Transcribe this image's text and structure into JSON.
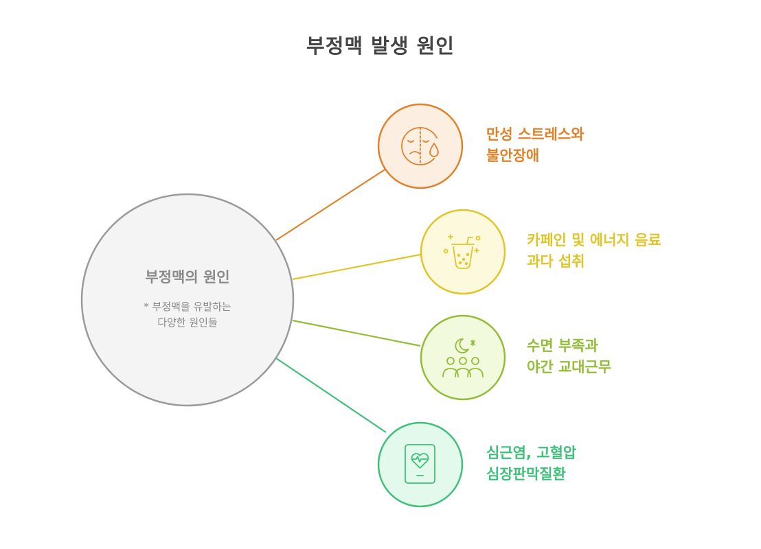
{
  "title": "부정맥 발생 원인",
  "center": {
    "title": "부정맥의 원인",
    "subtitle": "* 부정맥을 유발하는\n다양한 원인들"
  },
  "causes": [
    {
      "label": "만성 스트레스와\n불안장애",
      "icon": "sad-face-icon",
      "color": "#e0822a",
      "fill": "#fdeee2"
    },
    {
      "label": "카페인 및 에너지 음료\n과다 섭취",
      "icon": "energy-drink-icon",
      "color": "#e0c52a",
      "fill": "#fdf9dc"
    },
    {
      "label": "수면 부족과\n야간 교대근무",
      "icon": "night-shift-icon",
      "color": "#93bd36",
      "fill": "#f1fadc"
    },
    {
      "label": "심근염, 고혈압\n심장판막질환",
      "icon": "heart-monitor-icon",
      "color": "#3fbf7a",
      "fill": "#e2f9ec"
    }
  ]
}
